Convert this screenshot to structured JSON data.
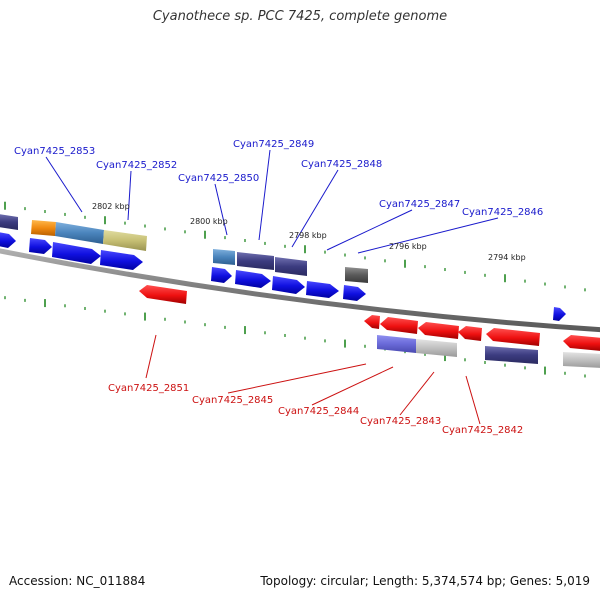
{
  "title": "Cyanothece sp. PCC 7425, complete genome",
  "footer": {
    "accession": "Accession: NC_011884",
    "topology": "Topology: circular; Length: 5,374,574 bp; Genes: 5,019"
  },
  "colors": {
    "forward_label": "#1a1acc",
    "reverse_label": "#cc1111",
    "backbone": "#888888",
    "tick": "#228822",
    "forward_gene": "#1a1ae6",
    "reverse_gene": "#ee1111"
  },
  "scale_labels": [
    {
      "id": "kbp-2802",
      "text": "2802 kbp"
    },
    {
      "id": "kbp-2800",
      "text": "2800 kbp"
    },
    {
      "id": "kbp-2798",
      "text": "2798 kbp"
    },
    {
      "id": "kbp-2796",
      "text": "2796 kbp"
    },
    {
      "id": "kbp-2794",
      "text": "2794 kbp"
    }
  ],
  "forward_labels": [
    {
      "id": "cyan7425-2853",
      "text": "Cyan7425_2853"
    },
    {
      "id": "cyan7425-2852",
      "text": "Cyan7425_2852"
    },
    {
      "id": "cyan7425-2849",
      "text": "Cyan7425_2849"
    },
    {
      "id": "cyan7425-2850",
      "text": "Cyan7425_2850"
    },
    {
      "id": "cyan7425-2848",
      "text": "Cyan7425_2848"
    },
    {
      "id": "cyan7425-2847",
      "text": "Cyan7425_2847"
    },
    {
      "id": "cyan7425-2846",
      "text": "Cyan7425_2846"
    }
  ],
  "reverse_labels": [
    {
      "id": "cyan7425-2851",
      "text": "Cyan7425_2851"
    },
    {
      "id": "cyan7425-2845",
      "text": "Cyan7425_2845"
    },
    {
      "id": "cyan7425-2844",
      "text": "Cyan7425_2844"
    },
    {
      "id": "cyan7425-2843",
      "text": "Cyan7425_2843"
    },
    {
      "id": "cyan7425-2842",
      "text": "Cyan7425_2842"
    }
  ]
}
